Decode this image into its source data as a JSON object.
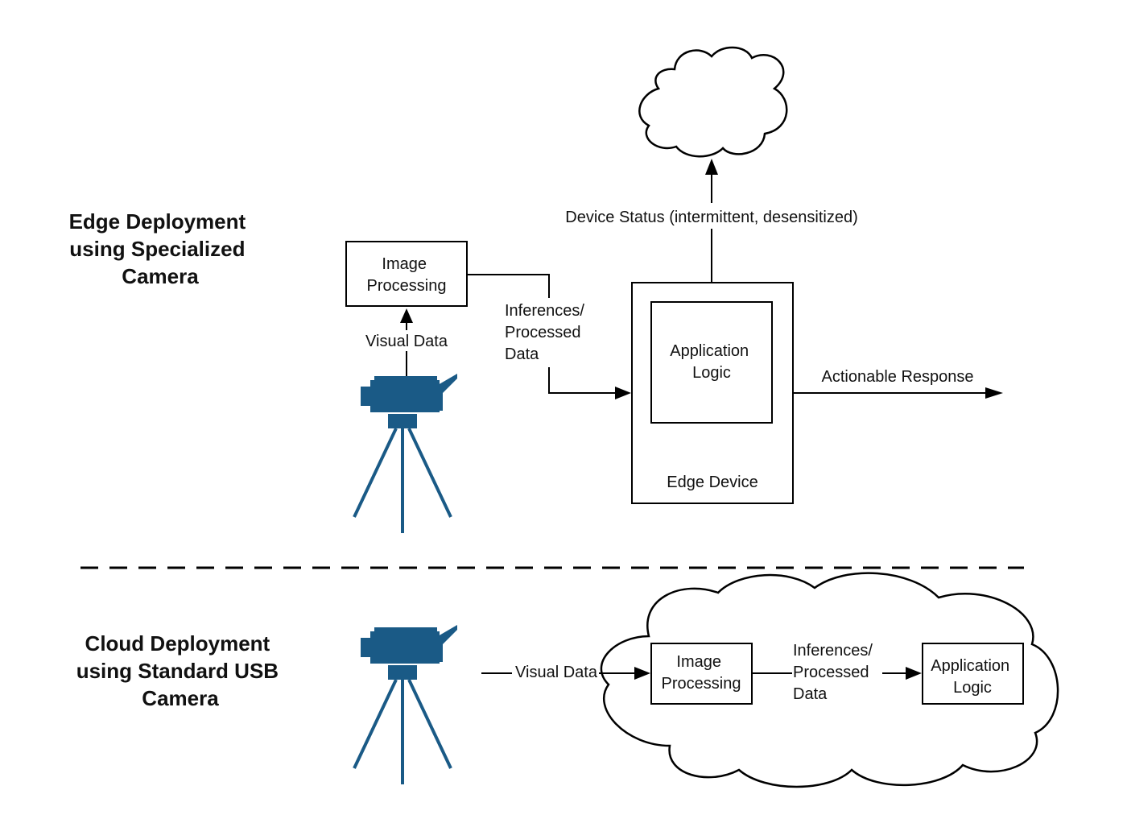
{
  "edge_section": {
    "title": [
      "Edge Deployment",
      "using Specialized",
      "Camera"
    ],
    "image_processing": [
      "Image",
      "Processing"
    ],
    "visual_data": "Visual Data",
    "inferences": [
      "Inferences/",
      "Processed",
      "Data"
    ],
    "application_logic": [
      "Application",
      "Logic"
    ],
    "edge_device": "Edge Device",
    "device_status": "Device Status (intermittent, desensitized)",
    "actionable_response": "Actionable Response"
  },
  "cloud_section": {
    "title": [
      "Cloud Deployment",
      "using Standard USB",
      "Camera"
    ],
    "visual_data": "Visual Data",
    "image_processing": [
      "Image",
      "Processing"
    ],
    "inferences": [
      "Inferences/",
      "Processed",
      "Data"
    ],
    "application_logic": [
      "Application",
      "Logic"
    ]
  },
  "colors": {
    "camera": "#1a5a86",
    "stroke": "#000000",
    "text": "#111111"
  },
  "icons": [
    "video-camera-on-tripod-icon",
    "cloud-icon"
  ]
}
